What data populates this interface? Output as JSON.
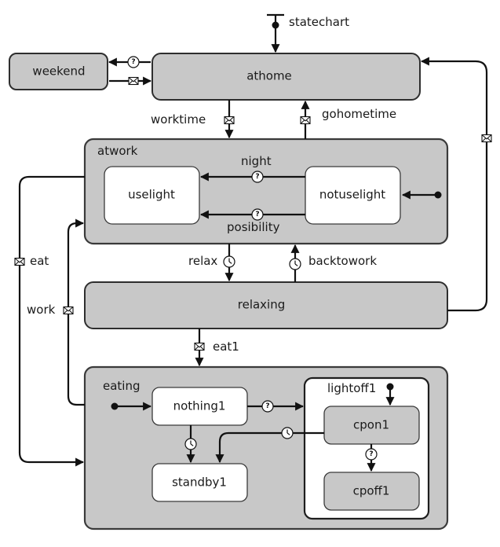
{
  "diagram": {
    "initial_label": "statechart",
    "states": {
      "weekend": "weekend",
      "athome": "athome",
      "atwork": "atwork",
      "uselight": "uselight",
      "notuselight": "notuselight",
      "relaxing": "relaxing",
      "eating": "eating",
      "nothing1": "nothing1",
      "standby1": "standby1",
      "lightoff1": "lightoff1",
      "cpon1": "cpon1",
      "cpoff1": "cpoff1"
    },
    "transitions": {
      "worktime": "worktime",
      "gohometime": "gohometime",
      "night": "night",
      "posibility": "posibility",
      "relax": "relax",
      "backtowork": "backtowork",
      "eat": "eat",
      "work": "work",
      "eat1": "eat1"
    },
    "trigger_icons": {
      "condition": "question-mark-icon",
      "message": "envelope-icon",
      "timeout": "clock-icon"
    },
    "condition_glyph": "?"
  }
}
